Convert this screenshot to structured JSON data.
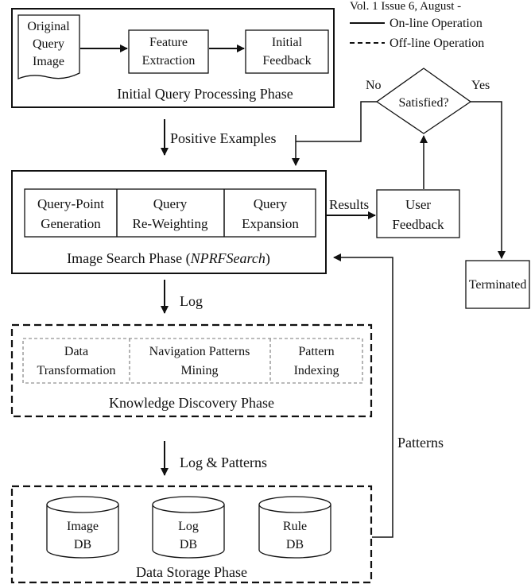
{
  "header": "Vol. 1 Issue 6, August -",
  "legend": {
    "online": "On-line Operation",
    "offline": "Off-line Operation"
  },
  "initial_phase": {
    "title": "Initial Query Processing Phase",
    "doc_line1": "Original",
    "doc_line2": "Query",
    "doc_line3": "Image",
    "feature_line1": "Feature",
    "feature_line2": "Extraction",
    "feedback_line1": "Initial",
    "feedback_line2": "Feedback"
  },
  "decision": {
    "label": "Satisfied?",
    "no": "No",
    "yes": "Yes"
  },
  "positive_examples": "Positive Examples",
  "search_phase": {
    "title_prefix": "Image Search Phase (",
    "title_italic": "NPRFSearch",
    "title_suffix": ")",
    "qpg_line1": "Query-Point",
    "qpg_line2": "Generation",
    "qrw_line1": "Query",
    "qrw_line2": "Re-Weighting",
    "qe_line1": "Query",
    "qe_line2": "Expansion"
  },
  "results": "Results",
  "user_feedback": {
    "line1": "User",
    "line2": "Feedback"
  },
  "terminated": "Terminated",
  "log_label": "Log",
  "knowledge_phase": {
    "title": "Knowledge Discovery Phase",
    "dt_line1": "Data",
    "dt_line2": "Transformation",
    "npm_line1": "Navigation Patterns",
    "npm_line2": "Mining",
    "pi_line1": "Pattern",
    "pi_line2": "Indexing"
  },
  "log_patterns_label": "Log & Patterns",
  "patterns_label": "Patterns",
  "storage_phase": {
    "title": "Data Storage Phase",
    "image_line1": "Image",
    "image_line2": "DB",
    "log_line1": "Log",
    "log_line2": "DB",
    "rule_line1": "Rule",
    "rule_line2": "DB"
  }
}
